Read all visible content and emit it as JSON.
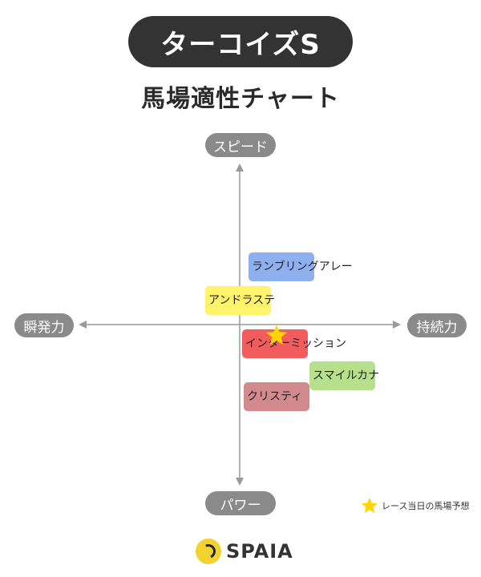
{
  "title": "ターコイズS",
  "subtitle": "馬場適性チャート",
  "legend": {
    "star_label": "レース当日の馬場予想",
    "star_color": "#ffd500"
  },
  "brand": {
    "name": "SPAIA"
  },
  "chart_data": {
    "type": "scatter",
    "title": "馬場適性チャート",
    "axes": {
      "top": "スピード",
      "bottom": "パワー",
      "left": "瞬発力",
      "right": "持続力"
    },
    "xlim": [
      -10,
      10
    ],
    "ylim": [
      -10,
      10
    ],
    "grid": false,
    "points": [
      {
        "name": "ランブリングアレー",
        "x": 2.6,
        "y": 3.6,
        "color": "#8fb0ee"
      },
      {
        "name": "アンドラステ",
        "x": -0.1,
        "y": 1.5,
        "color": "#fff36b"
      },
      {
        "name": "インターミッション",
        "x": 2.2,
        "y": -1.2,
        "color": "#f25c5c"
      },
      {
        "name": "スマイルカナ",
        "x": 6.4,
        "y": -3.2,
        "color": "#b7e08c"
      },
      {
        "name": "クリスティ",
        "x": 2.3,
        "y": -4.5,
        "color": "#d28a8e"
      }
    ],
    "race_day_forecast": {
      "x": 2.3,
      "y": -0.7
    }
  }
}
